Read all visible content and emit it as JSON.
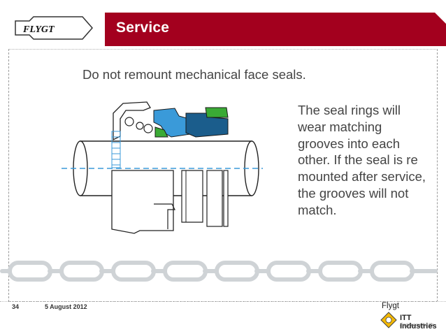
{
  "header": {
    "logo_text": "FLYGT",
    "title": "Service"
  },
  "slide": {
    "subtitle": "Do not remount mechanical face seals.",
    "description": "The seal rings will wear matching grooves into each other. If the seal is re mounted after service, the grooves will not match."
  },
  "footer": {
    "page_number": "34",
    "date": "5 August 2012",
    "brand": "Flygt",
    "company_name": "ITT Industries",
    "company_tagline": "Engineered for life"
  },
  "colors": {
    "header_red": "#a3001e",
    "seal_blue": "#3a9ad9",
    "seal_dark": "#1b5d8c",
    "seal_green": "#3aaa35"
  }
}
